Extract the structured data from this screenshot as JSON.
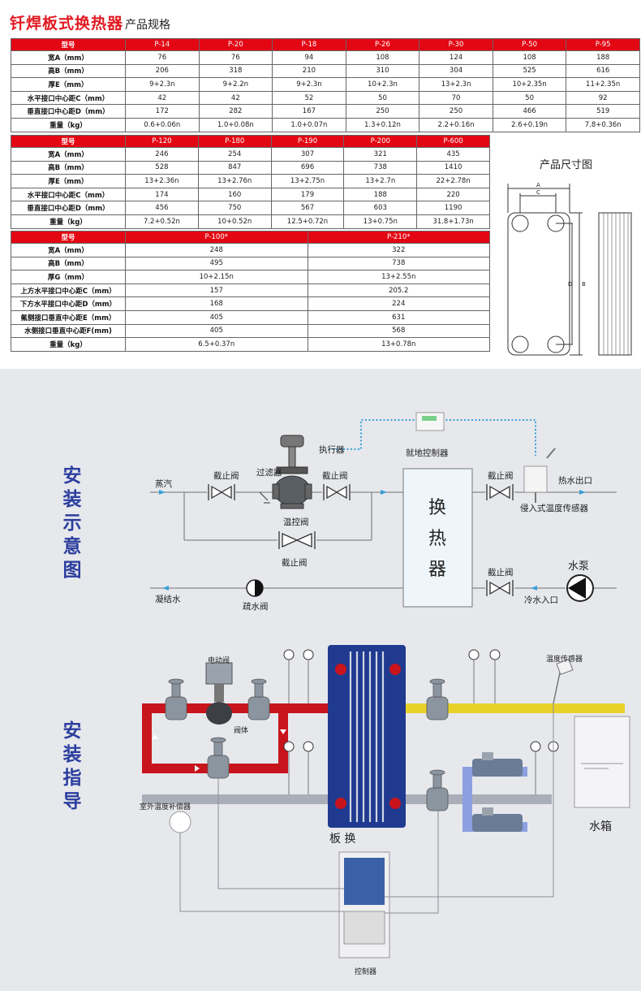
{
  "title": {
    "main": "钎焊板式换热器",
    "sub": "产品规格"
  },
  "table1": {
    "header": [
      "型号",
      "P-14",
      "P-20",
      "P-18",
      "P-26",
      "P-30",
      "P-50",
      "P-95"
    ],
    "rows": [
      [
        "宽A（mm）",
        "76",
        "76",
        "94",
        "108",
        "124",
        "108",
        "188"
      ],
      [
        "高B（mm）",
        "206",
        "318",
        "210",
        "310",
        "304",
        "525",
        "616"
      ],
      [
        "厚E（mm）",
        "9+2.3n",
        "9+2.2n",
        "9+2.3n",
        "10+2.3n",
        "13+2.3n",
        "10+2.35n",
        "11+2.35n"
      ],
      [
        "水平接口中心距C（mm）",
        "42",
        "42",
        "52",
        "50",
        "70",
        "50",
        "92"
      ],
      [
        "垂直接口中心距D（mm）",
        "172",
        "282",
        "167",
        "250",
        "250",
        "466",
        "519"
      ],
      [
        "重量（kg）",
        "0.6+0.06n",
        "1.0+0.08n",
        "1.0+0.07n",
        "1.3+0.12n",
        "2.2+0.16n",
        "2.6+0.19n",
        "7.8+0.36n"
      ]
    ]
  },
  "table2": {
    "header": [
      "型号",
      "P-120",
      "P-180",
      "P-190",
      "P-200",
      "P-600"
    ],
    "rows": [
      [
        "宽A（mm）",
        "246",
        "254",
        "307",
        "321",
        "435"
      ],
      [
        "高B（mm）",
        "528",
        "847",
        "696",
        "738",
        "1410"
      ],
      [
        "厚E（mm）",
        "13+2.36n",
        "13+2.76n",
        "13+2.75n",
        "13+2.7n",
        "22+2.78n"
      ],
      [
        "水平接口中心距C（mm）",
        "174",
        "160",
        "179",
        "188",
        "220"
      ],
      [
        "垂直接口中心距D（mm）",
        "456",
        "750",
        "567",
        "603",
        "1190"
      ],
      [
        "重量（kg）",
        "7.2+0.52n",
        "10+0.52n",
        "12.5+0.72n",
        "13+0.75n",
        "31.8+1.73n"
      ]
    ]
  },
  "table3": {
    "header": [
      "型号",
      "P-100*",
      "P-210*"
    ],
    "rows": [
      [
        "宽A（mm）",
        "248",
        "322"
      ],
      [
        "高B（mm）",
        "495",
        "738"
      ],
      [
        "厚G（mm）",
        "10+2.15n",
        "13+2.55n"
      ],
      [
        "上方水平接口中心距C（mm）",
        "157",
        "205.2"
      ],
      [
        "下方水平接口中心距D（mm）",
        "168",
        "224"
      ],
      [
        "氟侧接口垂直中心距E（mm）",
        "405",
        "631"
      ],
      [
        "水侧接口垂直中心距F(mm)",
        "405",
        "568"
      ],
      [
        "重量（kg）",
        "6.5+0.37n",
        "13+0.78n"
      ]
    ]
  },
  "dimension": {
    "title": "产品尺寸图",
    "A": "A",
    "B": "B",
    "C": "C",
    "D": "D"
  },
  "schematic": {
    "side_label": [
      "安",
      "装",
      "示",
      "意",
      "图"
    ],
    "steam": "蒸汽",
    "stop_valve": "截止阀",
    "filter": "过滤器",
    "actuator": "执行器",
    "local_controller": "就地控制器",
    "temp_valve": "温控阀",
    "hx": [
      "换",
      "热",
      "器"
    ],
    "hot_out": "热水出口",
    "sensor": "侵入式温度传感器",
    "pump": "水泵",
    "cold_in": "冷水入口",
    "condensate": "凝结水",
    "trap": "疏水阀"
  },
  "guide": {
    "side_label": [
      "安",
      "装",
      "指",
      "导"
    ],
    "motor_valve": "电动阀",
    "valve_body": "阀体",
    "temp_sensor": "温度传感器",
    "plate_hx": "板 换",
    "water_tank": "水箱",
    "outdoor_comp": "室外温度补偿器",
    "controller": "控制器"
  },
  "colors": {
    "accent": "#e30613",
    "hot_pipe": "#c8141c",
    "warm_pipe": "#e8d22a",
    "cold_pipe": "#a9aeb8",
    "blue": "#2c3e9e",
    "pump_blue": "#8c9fe0"
  }
}
